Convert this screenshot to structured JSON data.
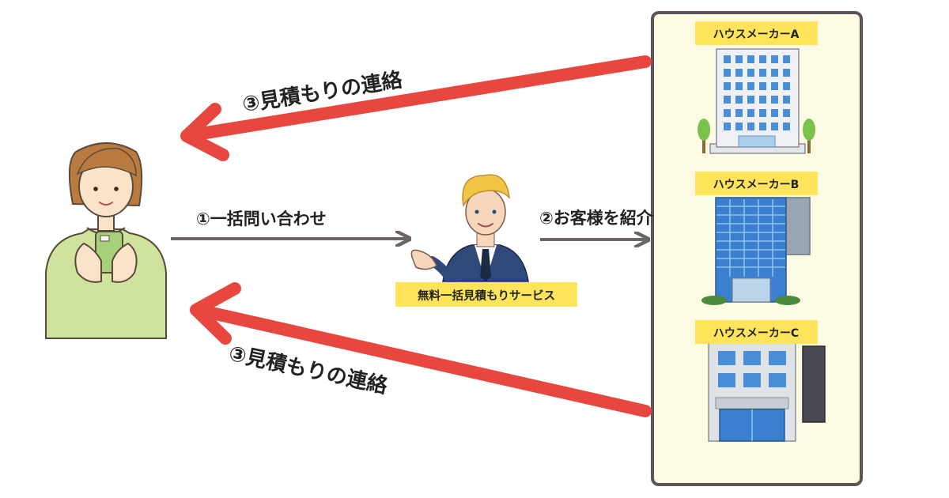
{
  "steps": {
    "inquiry": "①一括問い合わせ",
    "introduce": "②お客様を紹介",
    "contact_top": "③見積もりの連絡",
    "contact_bottom": "③見積もりの連絡"
  },
  "service": {
    "label": "無料一括見積もりサービス"
  },
  "makers": [
    {
      "label": "ハウスメーカーA"
    },
    {
      "label": "ハウスメーカーB"
    },
    {
      "label": "ハウスメーカーC"
    }
  ],
  "icons": {
    "customer": "woman-with-phone-icon",
    "agent": "businessman-icon",
    "maker_a": "office-building-icon",
    "maker_b": "glass-tower-icon",
    "maker_c": "shop-building-icon"
  },
  "colors": {
    "contact_arrow": "#e8473f",
    "flow_arrow": "#6e6468",
    "panel_fill": "#fdfbe3",
    "panel_border": "#5e5458",
    "label_fill": "#fde45a"
  }
}
